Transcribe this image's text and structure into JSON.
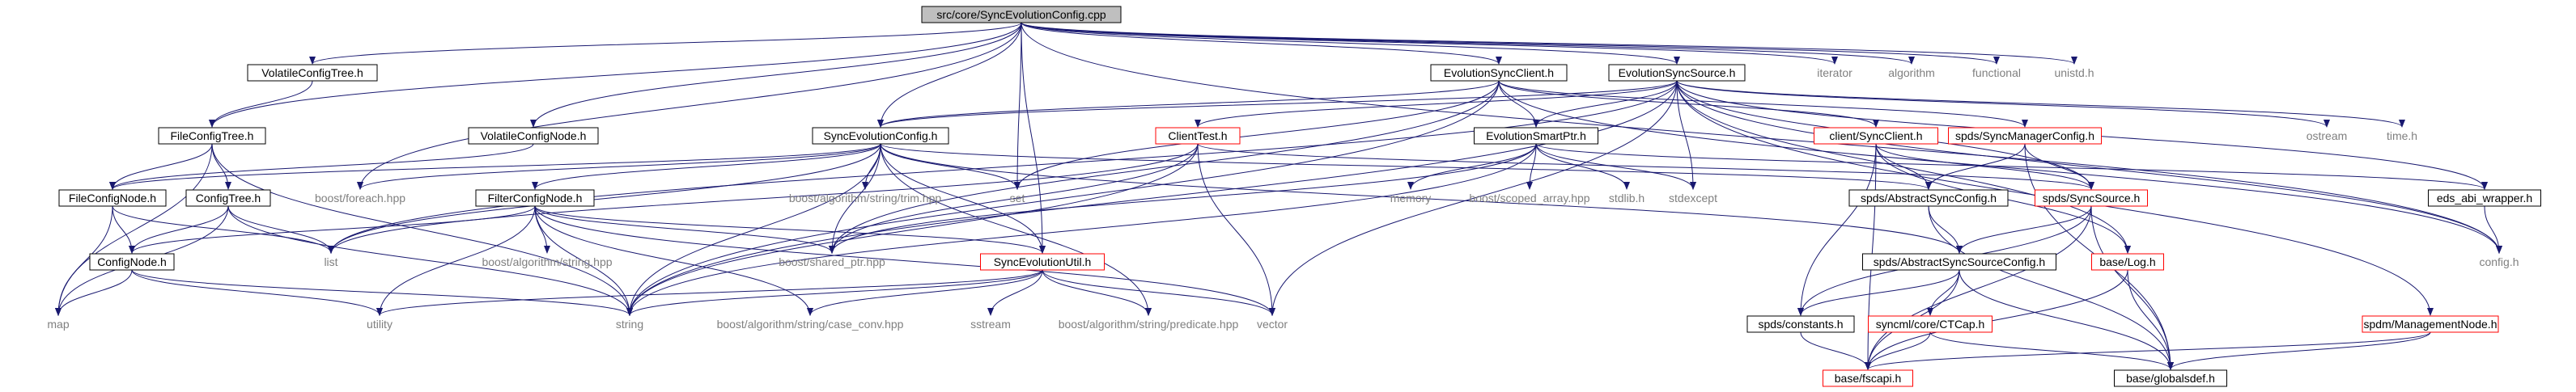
{
  "diagram": {
    "nodes": [
      {
        "id": "root",
        "label": "src/core/SyncEvolutionConfig.cpp",
        "style": "root"
      },
      {
        "id": "volatileconfigtree",
        "label": "VolatileConfigTree.h",
        "style": "box"
      },
      {
        "id": "evolutionsyncclient",
        "label": "EvolutionSyncClient.h",
        "style": "box"
      },
      {
        "id": "evolutionsyncsource",
        "label": "EvolutionSyncSource.h",
        "style": "box"
      },
      {
        "id": "iterator",
        "label": "iterator",
        "style": "ext"
      },
      {
        "id": "algorithm",
        "label": "algorithm",
        "style": "ext"
      },
      {
        "id": "functional",
        "label": "functional",
        "style": "ext"
      },
      {
        "id": "unistd",
        "label": "unistd.h",
        "style": "ext"
      },
      {
        "id": "fileconfigtree",
        "label": "FileConfigTree.h",
        "style": "box"
      },
      {
        "id": "volatileconfignode",
        "label": "VolatileConfigNode.h",
        "style": "box"
      },
      {
        "id": "syncevolutionconfig",
        "label": "SyncEvolutionConfig.h",
        "style": "box"
      },
      {
        "id": "clienttest",
        "label": "ClientTest.h",
        "style": "red"
      },
      {
        "id": "evolutionsmartptr",
        "label": "EvolutionSmartPtr.h",
        "style": "box"
      },
      {
        "id": "clientsyncclient",
        "label": "client/SyncClient.h",
        "style": "red"
      },
      {
        "id": "syncmanagerconfig",
        "label": "spds/SyncManagerConfig.h",
        "style": "red"
      },
      {
        "id": "ostream",
        "label": "ostream",
        "style": "ext"
      },
      {
        "id": "timeh",
        "label": "time.h",
        "style": "ext"
      },
      {
        "id": "fileconfignode",
        "label": "FileConfigNode.h",
        "style": "box"
      },
      {
        "id": "configtree",
        "label": "ConfigTree.h",
        "style": "box"
      },
      {
        "id": "boostforeach",
        "label": "boost/foreach.hpp",
        "style": "ext"
      },
      {
        "id": "filterconfignode",
        "label": "FilterConfigNode.h",
        "style": "box"
      },
      {
        "id": "boosttrim",
        "label": "boost/algorithm/string/trim.hpp",
        "style": "ext"
      },
      {
        "id": "set",
        "label": "set",
        "style": "ext"
      },
      {
        "id": "memory",
        "label": "memory",
        "style": "ext"
      },
      {
        "id": "boostscoped",
        "label": "boost/scoped_array.hpp",
        "style": "ext"
      },
      {
        "id": "stdlib",
        "label": "stdlib.h",
        "style": "ext"
      },
      {
        "id": "stdexcept",
        "label": "stdexcept",
        "style": "ext"
      },
      {
        "id": "abstractsyncconfig",
        "label": "spds/AbstractSyncConfig.h",
        "style": "box"
      },
      {
        "id": "syncsource",
        "label": "spds/SyncSource.h",
        "style": "red"
      },
      {
        "id": "edsabi",
        "label": "eds_abi_wrapper.h",
        "style": "box"
      },
      {
        "id": "confignode",
        "label": "ConfigNode.h",
        "style": "box"
      },
      {
        "id": "list",
        "label": "list",
        "style": "ext"
      },
      {
        "id": "boostalgstring",
        "label": "boost/algorithm/string.hpp",
        "style": "ext"
      },
      {
        "id": "boostshared",
        "label": "boost/shared_ptr.hpp",
        "style": "ext"
      },
      {
        "id": "syncevolutionutil",
        "label": "SyncEvolutionUtil.h",
        "style": "red"
      },
      {
        "id": "abstractsyncsourceconfig",
        "label": "spds/AbstractSyncSourceConfig.h",
        "style": "box"
      },
      {
        "id": "baselog",
        "label": "base/Log.h",
        "style": "red"
      },
      {
        "id": "configh",
        "label": "config.h",
        "style": "ext"
      },
      {
        "id": "map",
        "label": "map",
        "style": "ext"
      },
      {
        "id": "utility",
        "label": "utility",
        "style": "ext"
      },
      {
        "id": "string",
        "label": "string",
        "style": "ext"
      },
      {
        "id": "boostcaseconv",
        "label": "boost/algorithm/string/case_conv.hpp",
        "style": "ext"
      },
      {
        "id": "sstream",
        "label": "sstream",
        "style": "ext"
      },
      {
        "id": "boostpredicate",
        "label": "boost/algorithm/string/predicate.hpp",
        "style": "ext"
      },
      {
        "id": "vector",
        "label": "vector",
        "style": "ext"
      },
      {
        "id": "spdsconstants",
        "label": "spds/constants.h",
        "style": "box"
      },
      {
        "id": "ctcap",
        "label": "syncml/core/CTCap.h",
        "style": "red"
      },
      {
        "id": "managementnode",
        "label": "spdm/ManagementNode.h",
        "style": "red"
      },
      {
        "id": "fscapi",
        "label": "base/fscapi.h",
        "style": "red"
      },
      {
        "id": "globalsdef",
        "label": "base/globalsdef.h",
        "style": "box"
      }
    ],
    "edges": [
      [
        "root",
        "volatileconfigtree"
      ],
      [
        "root",
        "fileconfigtree"
      ],
      [
        "root",
        "evolutionsyncclient"
      ],
      [
        "root",
        "evolutionsyncsource"
      ],
      [
        "root",
        "iterator"
      ],
      [
        "root",
        "algorithm"
      ],
      [
        "root",
        "functional"
      ],
      [
        "root",
        "unistd"
      ],
      [
        "root",
        "boostforeach"
      ],
      [
        "root",
        "syncevolutionconfig"
      ],
      [
        "root",
        "volatileconfignode"
      ],
      [
        "root",
        "set"
      ],
      [
        "root",
        "configh"
      ],
      [
        "root",
        "syncevolutionutil"
      ],
      [
        "volatileconfigtree",
        "fileconfigtree"
      ],
      [
        "fileconfigtree",
        "fileconfignode"
      ],
      [
        "fileconfigtree",
        "configtree"
      ],
      [
        "fileconfigtree",
        "map"
      ],
      [
        "fileconfigtree",
        "string"
      ],
      [
        "volatileconfignode",
        "fileconfignode"
      ],
      [
        "evolutionsyncclient",
        "syncevolutionconfig"
      ],
      [
        "evolutionsyncclient",
        "evolutionsmartptr"
      ],
      [
        "evolutionsyncclient",
        "clientsyncclient"
      ],
      [
        "evolutionsyncclient",
        "syncmanagerconfig"
      ],
      [
        "evolutionsyncclient",
        "set"
      ],
      [
        "evolutionsyncclient",
        "string"
      ],
      [
        "evolutionsyncclient",
        "boostshared"
      ],
      [
        "evolutionsyncclient",
        "configh"
      ],
      [
        "evolutionsyncsource",
        "syncevolutionconfig"
      ],
      [
        "evolutionsyncsource",
        "evolutionsmartptr"
      ],
      [
        "evolutionsyncsource",
        "clienttest"
      ],
      [
        "evolutionsyncsource",
        "syncsource"
      ],
      [
        "evolutionsyncsource",
        "stdexcept"
      ],
      [
        "evolutionsyncsource",
        "vector"
      ],
      [
        "evolutionsyncsource",
        "ostream"
      ],
      [
        "evolutionsyncsource",
        "timeh"
      ],
      [
        "evolutionsyncsource",
        "edsabi"
      ],
      [
        "evolutionsyncsource",
        "baselog"
      ],
      [
        "evolutionsyncsource",
        "managementnode"
      ],
      [
        "evolutionsyncsource",
        "configh"
      ],
      [
        "evolutionsyncsource",
        "string"
      ],
      [
        "evolutionsyncsource",
        "list"
      ],
      [
        "syncevolutionconfig",
        "fileconfignode"
      ],
      [
        "syncevolutionconfig",
        "filterconfignode"
      ],
      [
        "syncevolutionconfig",
        "boostforeach"
      ],
      [
        "syncevolutionconfig",
        "boosttrim"
      ],
      [
        "syncevolutionconfig",
        "set"
      ],
      [
        "syncevolutionconfig",
        "list"
      ],
      [
        "syncevolutionconfig",
        "string"
      ],
      [
        "syncevolutionconfig",
        "boostshared"
      ],
      [
        "syncevolutionconfig",
        "abstractsyncconfig"
      ],
      [
        "syncevolutionconfig",
        "abstractsyncsourceconfig"
      ],
      [
        "syncevolutionconfig",
        "syncevolutionutil"
      ],
      [
        "syncevolutionconfig",
        "boostpredicate"
      ],
      [
        "clienttest",
        "syncsource"
      ],
      [
        "clienttest",
        "string"
      ],
      [
        "clienttest",
        "vector"
      ],
      [
        "clienttest",
        "boostshared"
      ],
      [
        "clienttest",
        "list"
      ],
      [
        "evolutionsmartptr",
        "memory"
      ],
      [
        "evolutionsmartptr",
        "boostscoped"
      ],
      [
        "evolutionsmartptr",
        "stdlib"
      ],
      [
        "evolutionsmartptr",
        "stdexcept"
      ],
      [
        "evolutionsmartptr",
        "boostshared"
      ],
      [
        "evolutionsmartptr",
        "edsabi"
      ],
      [
        "evolutionsmartptr",
        "string"
      ],
      [
        "clientsyncclient",
        "abstractsyncconfig"
      ],
      [
        "clientsyncclient",
        "syncsource"
      ],
      [
        "clientsyncclient",
        "spdsconstants"
      ],
      [
        "clientsyncclient",
        "fscapi"
      ],
      [
        "clientsyncclient",
        "baselog"
      ],
      [
        "syncmanagerconfig",
        "abstractsyncconfig"
      ],
      [
        "syncmanagerconfig",
        "syncsource"
      ],
      [
        "syncmanagerconfig",
        "globalsdef"
      ],
      [
        "fileconfignode",
        "confignode"
      ],
      [
        "fileconfignode",
        "list"
      ],
      [
        "fileconfignode",
        "map"
      ],
      [
        "configtree",
        "confignode"
      ],
      [
        "configtree",
        "list"
      ],
      [
        "configtree",
        "string"
      ],
      [
        "configtree",
        "map"
      ],
      [
        "filterconfignode",
        "confignode"
      ],
      [
        "filterconfignode",
        "boostalgstring"
      ],
      [
        "filterconfignode",
        "boostshared"
      ],
      [
        "filterconfignode",
        "utility"
      ],
      [
        "filterconfignode",
        "string"
      ],
      [
        "filterconfignode",
        "syncevolutionutil"
      ],
      [
        "filterconfignode",
        "vector"
      ],
      [
        "filterconfignode",
        "boostcaseconv"
      ],
      [
        "abstractsyncconfig",
        "abstractsyncsourceconfig"
      ],
      [
        "abstractsyncconfig",
        "globalsdef"
      ],
      [
        "syncsource",
        "abstractsyncsourceconfig"
      ],
      [
        "syncsource",
        "fscapi"
      ],
      [
        "syncsource",
        "globalsdef"
      ],
      [
        "syncsource",
        "spdsconstants"
      ],
      [
        "edsabi",
        "configh"
      ],
      [
        "confignode",
        "map"
      ],
      [
        "confignode",
        "string"
      ],
      [
        "confignode",
        "utility"
      ],
      [
        "syncevolutionutil",
        "string"
      ],
      [
        "syncevolutionutil",
        "sstream"
      ],
      [
        "syncevolutionutil",
        "vector"
      ],
      [
        "syncevolutionutil",
        "boostpredicate"
      ],
      [
        "syncevolutionutil",
        "boostcaseconv"
      ],
      [
        "syncevolutionutil",
        "utility"
      ],
      [
        "abstractsyncsourceconfig",
        "spdsconstants"
      ],
      [
        "abstractsyncsourceconfig",
        "ctcap"
      ],
      [
        "abstractsyncsourceconfig",
        "globalsdef"
      ],
      [
        "abstractsyncsourceconfig",
        "fscapi"
      ],
      [
        "baselog",
        "fscapi"
      ],
      [
        "baselog",
        "globalsdef"
      ],
      [
        "spdsconstants",
        "fscapi"
      ],
      [
        "ctcap",
        "fscapi"
      ],
      [
        "ctcap",
        "globalsdef"
      ],
      [
        "managementnode",
        "fscapi"
      ],
      [
        "managementnode",
        "globalsdef"
      ]
    ]
  }
}
